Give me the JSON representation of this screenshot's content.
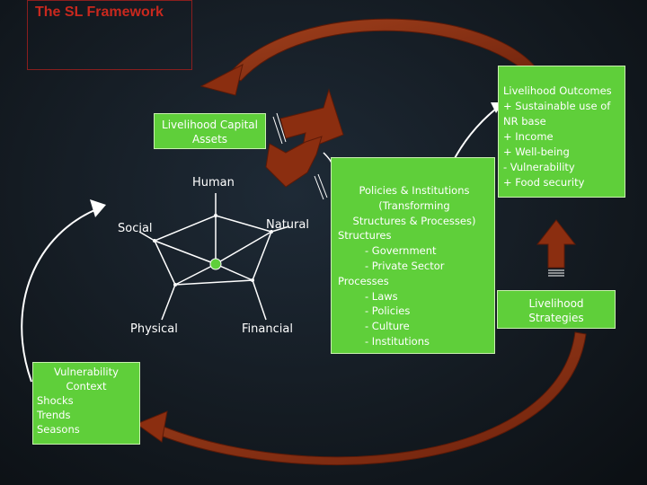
{
  "title": "The SL Framework",
  "assets": {
    "box_label": "Livelihood Capital Assets",
    "box_lines": [
      "Livelihood Capital",
      "Assets"
    ],
    "human": "Human",
    "natural": "Natural",
    "social": "Social",
    "physical": "Physical",
    "financial": "Financial"
  },
  "vulnerability": {
    "lines": [
      "Vulnerability",
      "Context",
      "Shocks",
      "Trends",
      "Seasons"
    ]
  },
  "policies": {
    "lines": [
      "Policies & Institutions",
      "(Transforming",
      "Structures & Processes)",
      "Structures",
      "- Government",
      "- Private Sector",
      "Processes",
      "- Laws",
      "- Policies",
      "- Culture",
      "- Institutions"
    ]
  },
  "outcomes": {
    "lines": [
      "Livelihood Outcomes",
      "+ Sustainable use of",
      "NR base",
      "+ Income",
      "+ Well-being",
      "- Vulnerability",
      "+ Food security"
    ]
  },
  "strategies": {
    "lines": [
      "Livelihood",
      "Strategies"
    ]
  },
  "colors": {
    "arrow": "#8b2e10",
    "green": "#5fcf3a",
    "title_red": "#c8281e"
  }
}
